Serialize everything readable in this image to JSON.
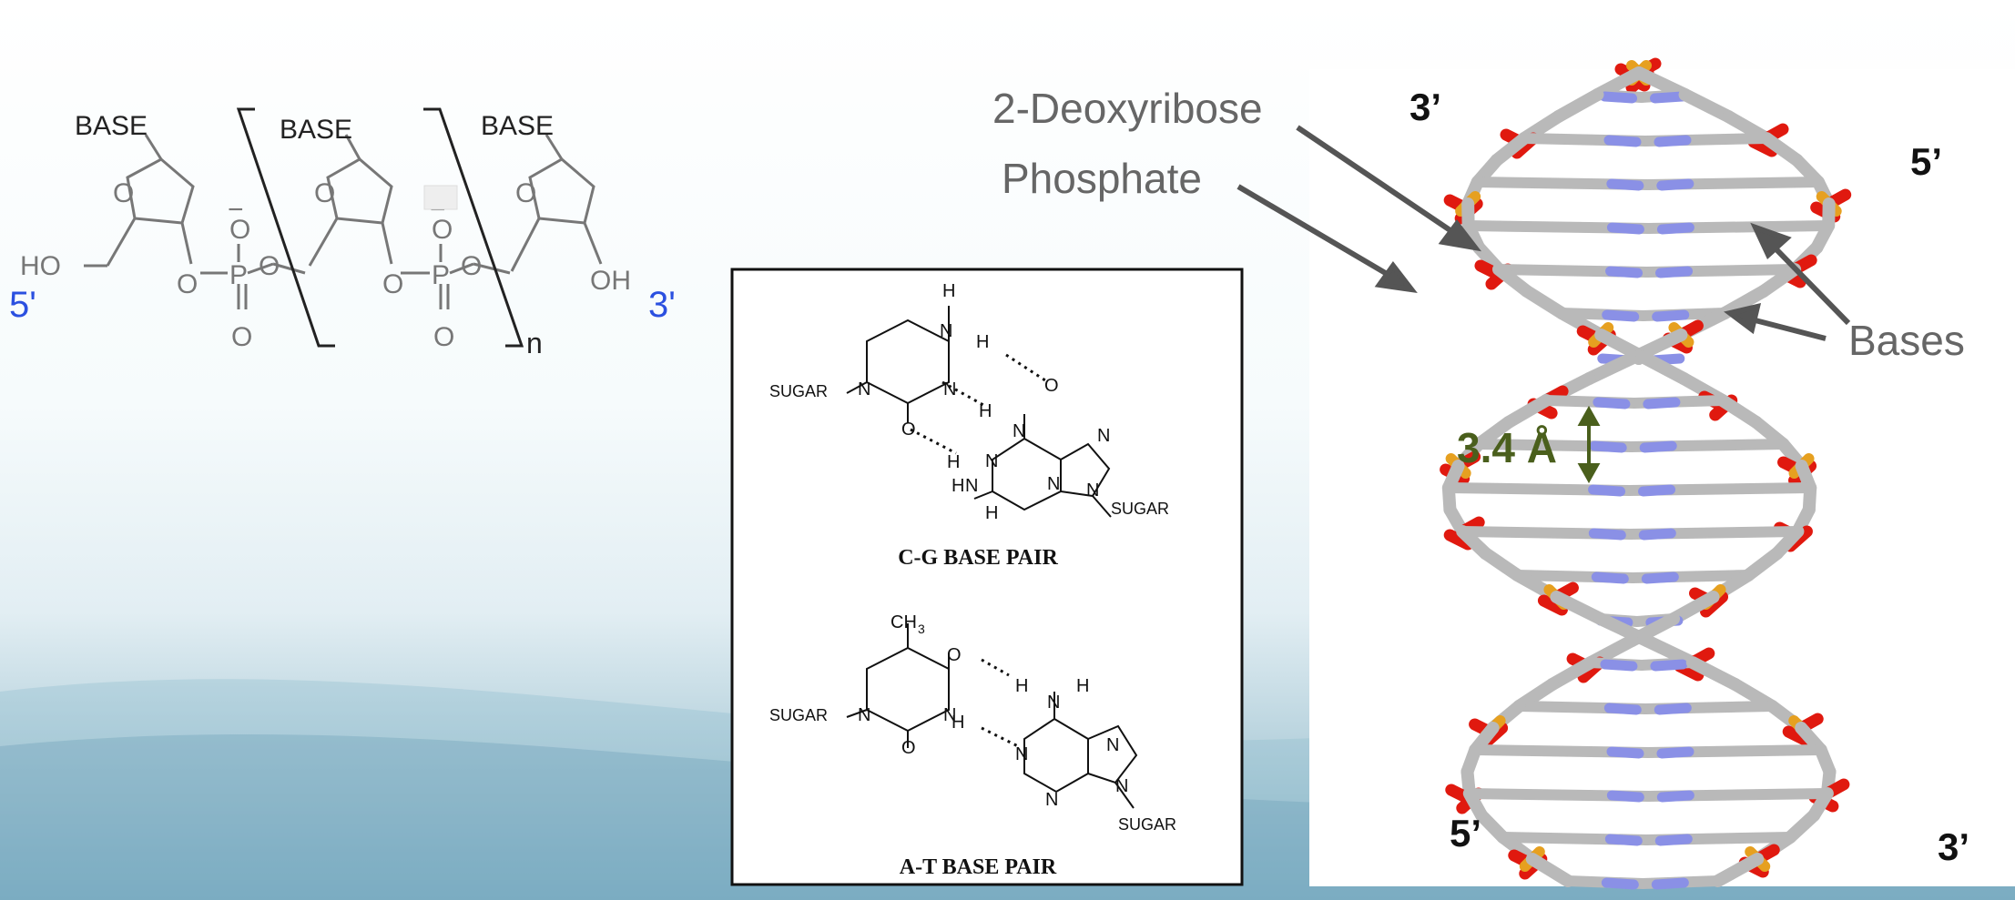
{
  "backbone": {
    "base_labels": [
      "BASE",
      "BASE",
      "BASE"
    ],
    "ho": "HO",
    "oh": "OH",
    "five_prime": "5'",
    "three_prime": "3'",
    "n": "n",
    "o": "O",
    "p": "P",
    "minus": "−",
    "colors": {
      "line": "#777777",
      "text": "#222222",
      "terminus": "#2b50e0"
    }
  },
  "base_pairs": {
    "cg_title": "C-G BASE PAIR",
    "at_title": "A-T BASE PAIR",
    "sugar": "SUGAR",
    "h": "H",
    "n": "N",
    "o": "O",
    "ch3": "CH",
    "ch3_sub": "3"
  },
  "helix": {
    "labels": {
      "deoxyribose": "2-Deoxyribose",
      "phosphate": "Phosphate",
      "bases": "Bases",
      "spacing": "3.4 Å"
    },
    "strand_ends": {
      "top_left": "3’",
      "top_right": "5’",
      "bottom_left": "5’",
      "bottom_right": "3’"
    },
    "colors": {
      "carbon": "#b9b9b9",
      "oxygen": "#e0190f",
      "phosphorus": "#e6a020",
      "nitrogen": "#8a90e6",
      "spacing": "#4a5f1c",
      "label": "#666666"
    }
  }
}
